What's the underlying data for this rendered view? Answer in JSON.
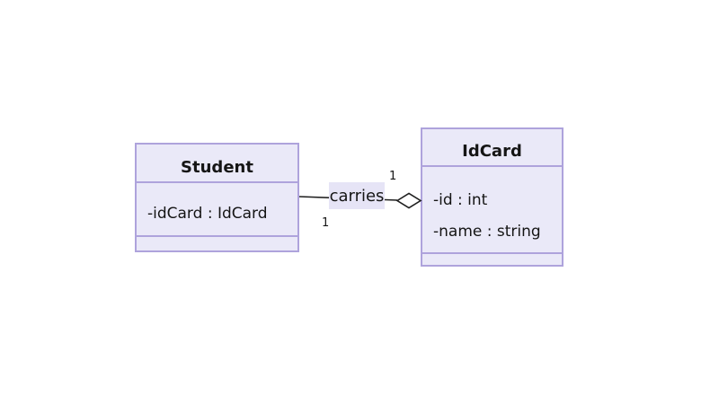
{
  "diagram": {
    "type": "uml-class-diagram",
    "colors": {
      "background": "#ffffff",
      "box_fill": "#eae9f8",
      "box_border": "#aea3dc",
      "label_bg": "#e6e4f6",
      "line": "#1f1f1f",
      "text": "#151515"
    },
    "classes": [
      {
        "name": "Student",
        "attributes": [
          "-idCard : IdCard"
        ],
        "methods": []
      },
      {
        "name": "IdCard",
        "attributes": [
          "-id : int",
          "-name : string"
        ],
        "methods": []
      }
    ],
    "association": {
      "label": "carries",
      "kind": "aggregation",
      "from_class": "Student",
      "to_class": "IdCard",
      "student_end_multiplicity": "1",
      "idcard_end_multiplicity": "1"
    }
  }
}
